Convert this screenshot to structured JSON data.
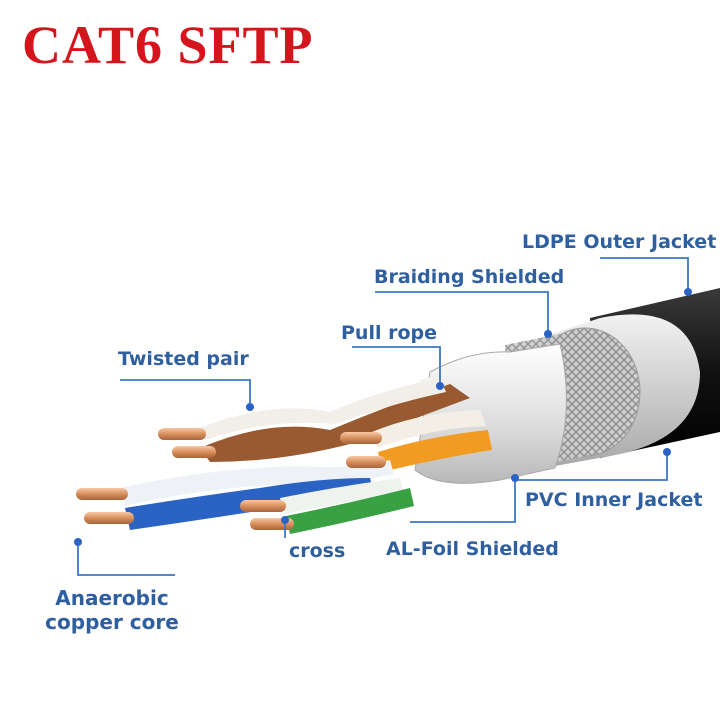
{
  "title": "CAT6 SFTP",
  "colors": {
    "title": "#d4151c",
    "label": "#2f5f9e",
    "leader": "#3a78c6",
    "jacket": "#1a1a1a",
    "inner_jacket": "#d7d7d7",
    "braid": "#c6c6c6",
    "foil": "#e9e9e9",
    "copper": "#d9956a",
    "pair_brown": "#9a5a31",
    "pair_orange": "#f29b22",
    "pair_blue": "#2a63c4",
    "pair_green": "#39a043"
  },
  "labels": {
    "ldpe_outer_jacket": "LDPE Outer Jacket",
    "braiding_shielded": "Braiding Shielded",
    "pull_rope": "Pull rope",
    "twisted_pair": "Twisted pair",
    "pvc_inner_jacket": "PVC Inner Jacket",
    "cross": "cross",
    "al_foil_shielded": "AL-Foil Shielded",
    "anaerobic_copper_core": "Anaerobic copper core"
  }
}
